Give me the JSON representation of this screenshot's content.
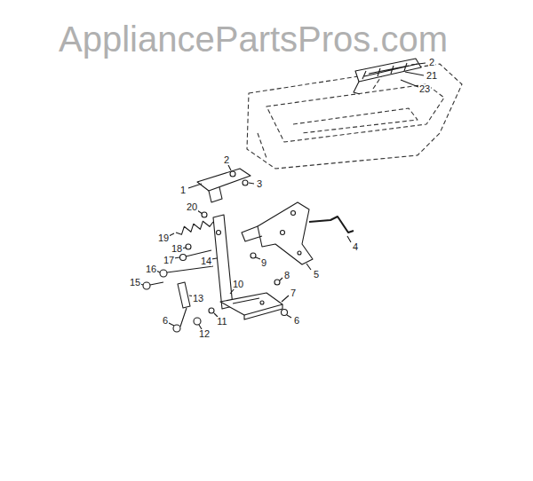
{
  "diagram": {
    "labels": [
      "AppliancePartsPros.com",
      "2",
      "21",
      "23",
      "1",
      "2",
      "3",
      "20",
      "4",
      "19",
      "18",
      "17",
      "14",
      "9",
      "16",
      "5",
      "8",
      "15",
      "10",
      "7",
      "13",
      "6",
      "11",
      "6",
      "12"
    ]
  }
}
